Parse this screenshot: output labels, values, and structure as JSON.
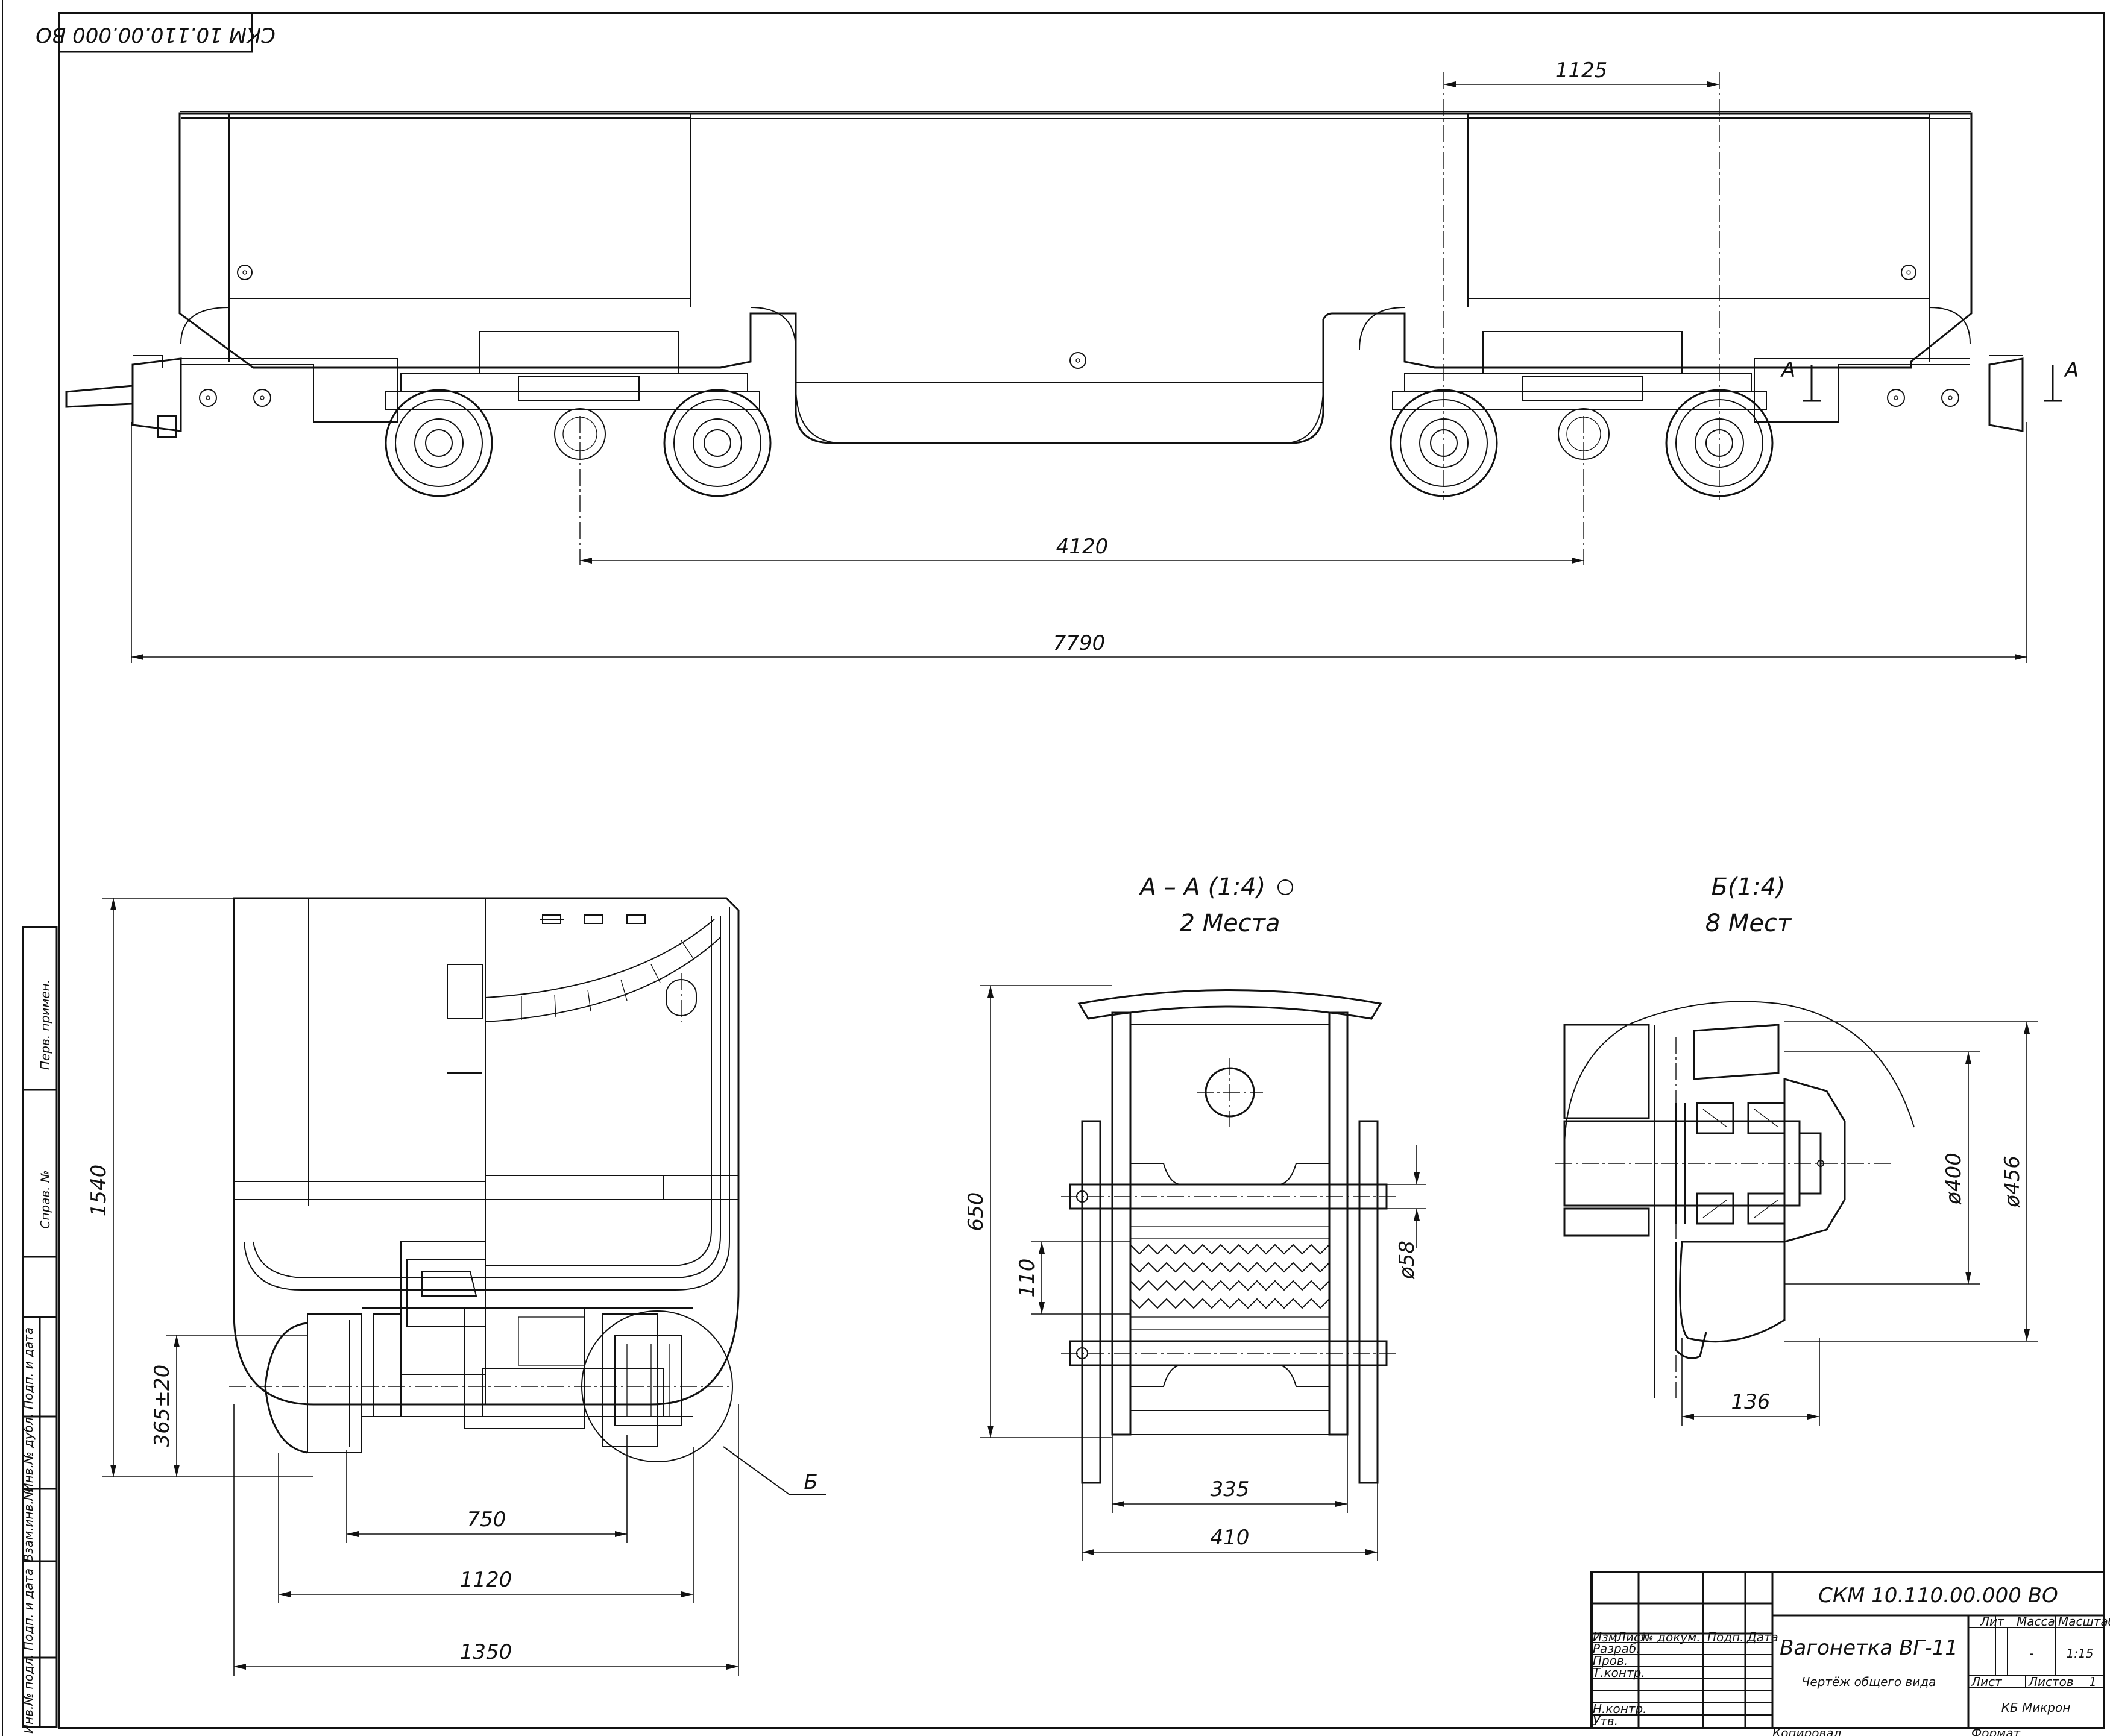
{
  "stamp_top": "СКМ 10.110.00.000 ВО",
  "dimensions": {
    "d1125": "1125",
    "d4120": "4120",
    "d7790": "7790",
    "d1540": "1540",
    "d365": "365±20",
    "d750": "750",
    "d1120": "1120",
    "d1350": "1350",
    "d650": "650",
    "d110": "110",
    "d58": "ø58",
    "d335": "335",
    "d410": "410",
    "d400": "ø400",
    "d456": "ø456",
    "d136": "136"
  },
  "section_marks": {
    "a_left": "А",
    "a_right": "А",
    "b_callout": "Б"
  },
  "views": {
    "aa_title": "А – А (1:4)",
    "aa_sub": "2 Места",
    "b_title": "Б(1:4)",
    "b_sub": "8 Мест"
  },
  "side_strip": [
    "Перв. примен.",
    "Справ. №",
    "Подп. и дата",
    "Инв.№ дубл.",
    "Взам.инв.№",
    "Подп. и дата",
    "Инв.№ подл."
  ],
  "title_block": {
    "designation": "СКМ 10.110.00.000 ВО",
    "name": "Вагонетка ВГ-11",
    "doc_type": "Чертёж общего вида",
    "col_izm": "Изм",
    "col_list": "Лист",
    "col_doc": "№ докум.",
    "col_podp": "Подп.",
    "col_data": "Дата",
    "row_razrab": "Разраб.",
    "row_prov": "Пров.",
    "row_tkontr": "Т.контр.",
    "row_nkontr": "Н.контр.",
    "row_utv": "Утв.",
    "lit": "Лит",
    "massa": "Масса",
    "masshtab": "Масштаб",
    "massa_val": "-",
    "scale_val": "1:15",
    "list": "Лист",
    "listov": "Листов",
    "listov_val": "1",
    "org": "КБ Микрон",
    "kopiroval": "Копировал",
    "format": "Формат"
  }
}
